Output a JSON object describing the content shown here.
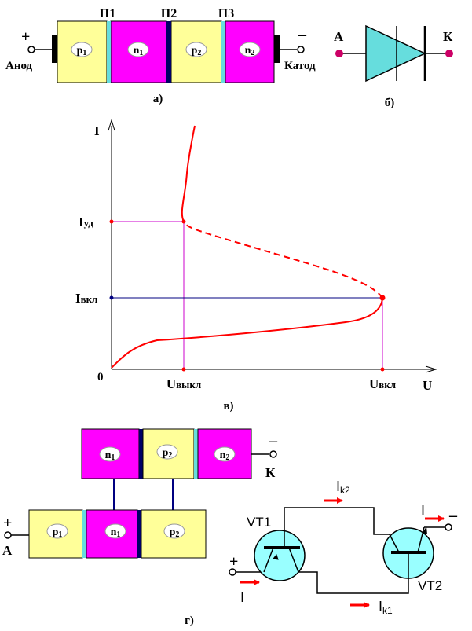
{
  "colors": {
    "p_region": "#ffff99",
    "n_region": "#ff00ff",
    "junction_light": "#66dddd",
    "junction_dark": "#000066",
    "curve": "#ff0000",
    "guide_v": "#cc00cc",
    "guide_h": "#000080",
    "diode_fill": "#66dddd",
    "transistor_fill": "#99ffff",
    "terminal_dot": "#cc0066",
    "arrow": "#ff0000"
  },
  "figA": {
    "plus": "+",
    "minus": "–",
    "anode": "Анод",
    "cathode": "Катод",
    "junctions": [
      "П1",
      "П2",
      "П3"
    ],
    "regions": [
      {
        "main": "p",
        "sub": "1"
      },
      {
        "main": "n",
        "sub": "1"
      },
      {
        "main": "p",
        "sub": "2"
      },
      {
        "main": "n",
        "sub": "2"
      }
    ],
    "caption": "а)"
  },
  "figB": {
    "anode": "А",
    "cathode": "К",
    "caption": "б)"
  },
  "figC": {
    "ylabel": "I",
    "xlabel": "U",
    "origin": "0",
    "i_hold": {
      "main": "I",
      "sub": "уд"
    },
    "i_on": {
      "main": "I",
      "sub": "вкл"
    },
    "u_off": {
      "main": "U",
      "sub": "выкл"
    },
    "u_on": {
      "main": "U",
      "sub": "вкл"
    },
    "caption": "в)"
  },
  "figD": {
    "top_regions": [
      {
        "main": "n",
        "sub": "1"
      },
      {
        "main": "p",
        "sub": "2"
      },
      {
        "main": "n",
        "sub": "2"
      }
    ],
    "bottom_regions": [
      {
        "main": "p",
        "sub": "1"
      },
      {
        "main": "n",
        "sub": "1"
      },
      {
        "main": "p",
        "sub": "2"
      }
    ],
    "minus": "–",
    "cathode": "К",
    "plus": "+",
    "anode": "А",
    "vt1": "VT1",
    "vt2": "VT2",
    "ik2": {
      "main": "I",
      "sub": "k2"
    },
    "ik1": {
      "main": "I",
      "sub": "k1"
    },
    "i_in": "I",
    "i_out": "I",
    "plus2": "+",
    "minus2": "–",
    "caption": "г)"
  }
}
